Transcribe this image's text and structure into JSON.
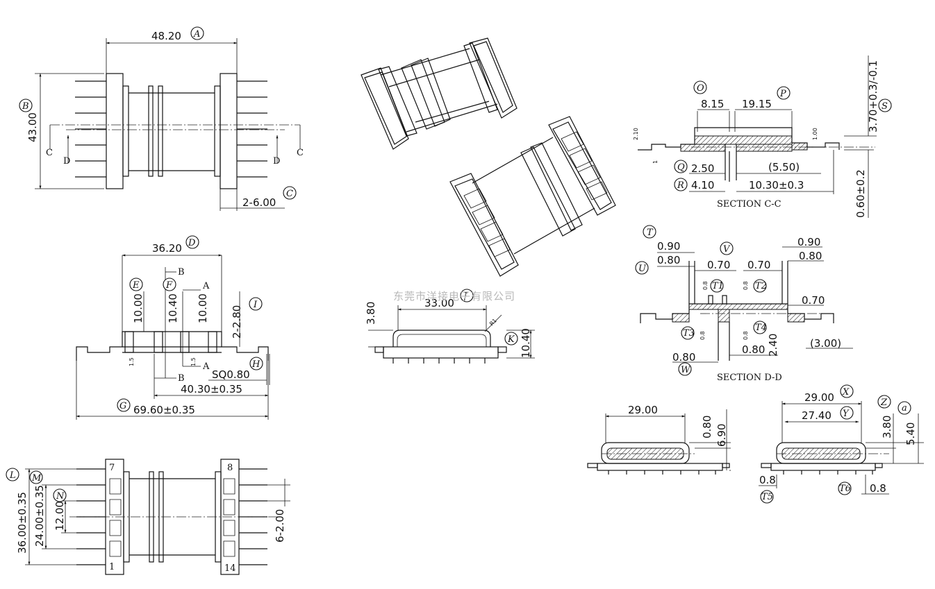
{
  "watermark": "东莞市洋接电子有限公司",
  "top_view": {
    "width_dim": "48.20",
    "width_label": "A",
    "height_dim": "43.00",
    "height_label": "B",
    "pitch_dim": "2-6.00",
    "pitch_label": "C",
    "cut_c": "C",
    "cut_d": "D"
  },
  "front_view": {
    "inner_dim": "36.20",
    "inner_label": "D",
    "e_dim": "10.00",
    "e_label": "E",
    "f_dim": "10.40",
    "f_label": "F",
    "a_dim": "10.00",
    "i_dim": "2-2.80",
    "i_label": "I",
    "sq_dim": "SQ0.80",
    "h_label": "H",
    "pitch_total": "40.30±0.35",
    "overall": "69.60±0.35",
    "g_label": "G",
    "small_15": "1.5",
    "cut_a": "A",
    "cut_b": "B"
  },
  "bottom_view": {
    "l_dim": "36.00±0.35",
    "l_label": "L",
    "m_dim": "24.00±0.35",
    "m_label": "M",
    "n_dim": "12.00",
    "n_label": "N",
    "pitch": "6-2.00",
    "pin_1": "1",
    "pin_7": "7",
    "pin_8": "8",
    "pin_14": "14"
  },
  "side_view": {
    "width_dim": "33.00",
    "j_label": "J",
    "height_small": "3.80",
    "radius": "R1",
    "height_dim": "10.40",
    "k_label": "K"
  },
  "section_cc": {
    "title": "SECTION C-C",
    "o_dim": "8.15",
    "o_label": "O",
    "p_dim": "19.15",
    "p_label": "P",
    "s_dim": "3.70+0.3/-0.1",
    "s_label": "S",
    "q_dim": "2.50",
    "q_label": "Q",
    "r_dim": "4.10",
    "r_label": "R",
    "ref_dim": "(5.50)",
    "gap_dim": "10.30±0.3",
    "bottom_dim": "0.60±0.2",
    "tiny_210": "2.10",
    "tiny_100": "1.00",
    "tiny_1": "1"
  },
  "section_dd": {
    "title": "SECTION D-D",
    "t_label": "T",
    "t_dim": "0.90",
    "u_label": "U",
    "u_dim": "0.80",
    "v_label": "V",
    "v_dim": "0.70",
    "w_label": "W",
    "w_dim": "0.80",
    "r_top_a": "0.90",
    "r_top_b": "0.80",
    "mid_a": "0.70",
    "mid_b": "0.70",
    "t1": "T1",
    "t2": "T2",
    "t3": "T3",
    "t4": "T4",
    "v08": "0.8",
    "bot_dim": "0.80",
    "h_dim": "2.40",
    "ref_dim": "(3.00)"
  },
  "detail_left": {
    "width_dim": "29.00",
    "h1": "0.80",
    "h2": "6.90"
  },
  "detail_right": {
    "x_dim": "29.00",
    "x_label": "X",
    "y_dim": "27.40",
    "y_label": "Y",
    "z_dim": "3.80",
    "z_label": "Z",
    "a_dim": "5.40",
    "a_label": "a",
    "t5_dim": "0.8",
    "t5_label": "T5",
    "t6_dim": "0.8",
    "t6_label": "T6"
  }
}
